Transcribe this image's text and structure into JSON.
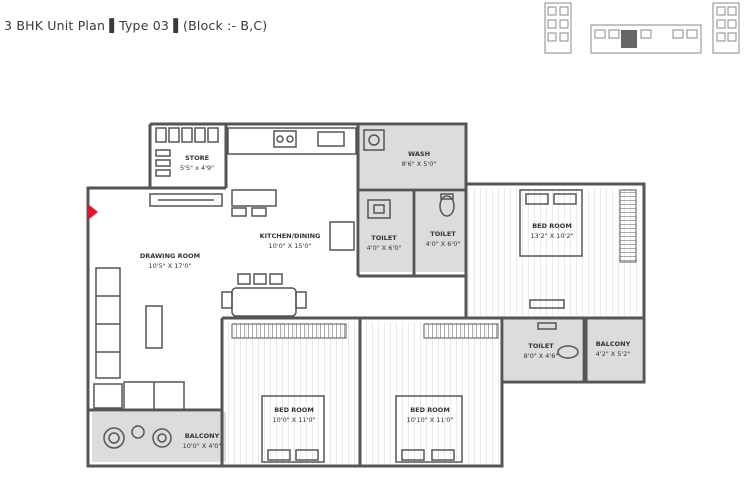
{
  "header": {
    "title": "3 BHK Unit Plan ▌Type 03 ▌(Block :- B,C)"
  },
  "rooms": [
    {
      "name": "STORE",
      "size": "5'5\" x 4'9\""
    },
    {
      "name": "WASH",
      "size": "8'6\" X 5'0\""
    },
    {
      "name": "KITCHEN/DINING",
      "size": "10'0\" X 15'0\""
    },
    {
      "name": "DRAWING ROOM",
      "size": "10'5\" X 17'0\""
    },
    {
      "name": "TOILET",
      "size": "4'0\" X 6'0\""
    },
    {
      "name": "TOILET",
      "size": "4'0\" X 6'0\""
    },
    {
      "name": "BED ROOM",
      "size": "13'2\" X 10'2\""
    },
    {
      "name": "TOILET",
      "size": "8'0\" X 4'6\""
    },
    {
      "name": "BALCONY",
      "size": "4'2\" X 5'2\""
    },
    {
      "name": "BED ROOM",
      "size": "10'0\" X 11'0\""
    },
    {
      "name": "BED ROOM",
      "size": "10'10\" X 11'0\""
    },
    {
      "name": "BALCONY",
      "size": "10'0\" X 4'0\""
    }
  ],
  "colors": {
    "wall": "#555555",
    "wet_area": "#dcdcdc",
    "floor_pattern": "#d4d4d4",
    "entry_marker": "#e8112d"
  }
}
